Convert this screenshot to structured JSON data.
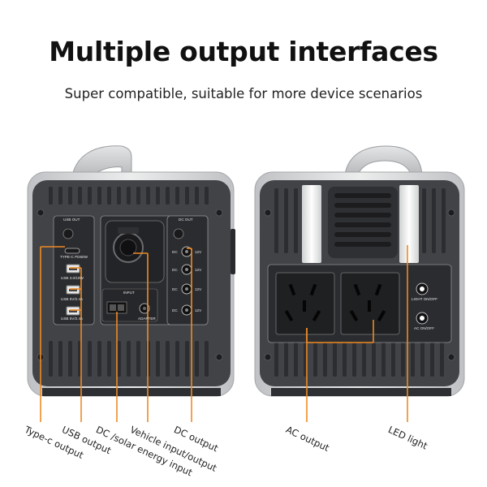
{
  "header": {
    "title": "Multiple output interfaces",
    "subtitle": "Super compatible, suitable for more device scenarios"
  },
  "left_panel": {
    "usb_out_label": "USB OUT",
    "dc_out_label": "DC OUT",
    "input_label": "INPUT",
    "adapter_label": "ADAPTER",
    "ports": [
      "TYPE-C PD60W",
      "USB 3.0/18W",
      "USB 5V/2.4A",
      "USB 5V/2.4A"
    ],
    "dc_ports": [
      {
        "dc": "DC",
        "volt": "12V"
      },
      {
        "dc": "DC",
        "volt": "12V"
      },
      {
        "dc": "DC",
        "volt": "12V"
      },
      {
        "dc": "DC",
        "volt": "12V"
      }
    ]
  },
  "right_panel": {
    "light_switch_label": "LIGHT ON/OFF",
    "ac_switch_label": "AC ON/OFF"
  },
  "callouts": {
    "type_c": "Type-c output",
    "usb": "USB output",
    "dc_solar": "DC /solar energy input",
    "vehicle": "Vehicle input/output",
    "dc_out": "DC output",
    "ac_out": "AC output",
    "led": "LED light"
  },
  "colors": {
    "accent_orange": "#f08a24",
    "body_gray": "#3d3f43",
    "panel_dark": "#2b2c2f",
    "frame_silver": "#d8d9db"
  }
}
